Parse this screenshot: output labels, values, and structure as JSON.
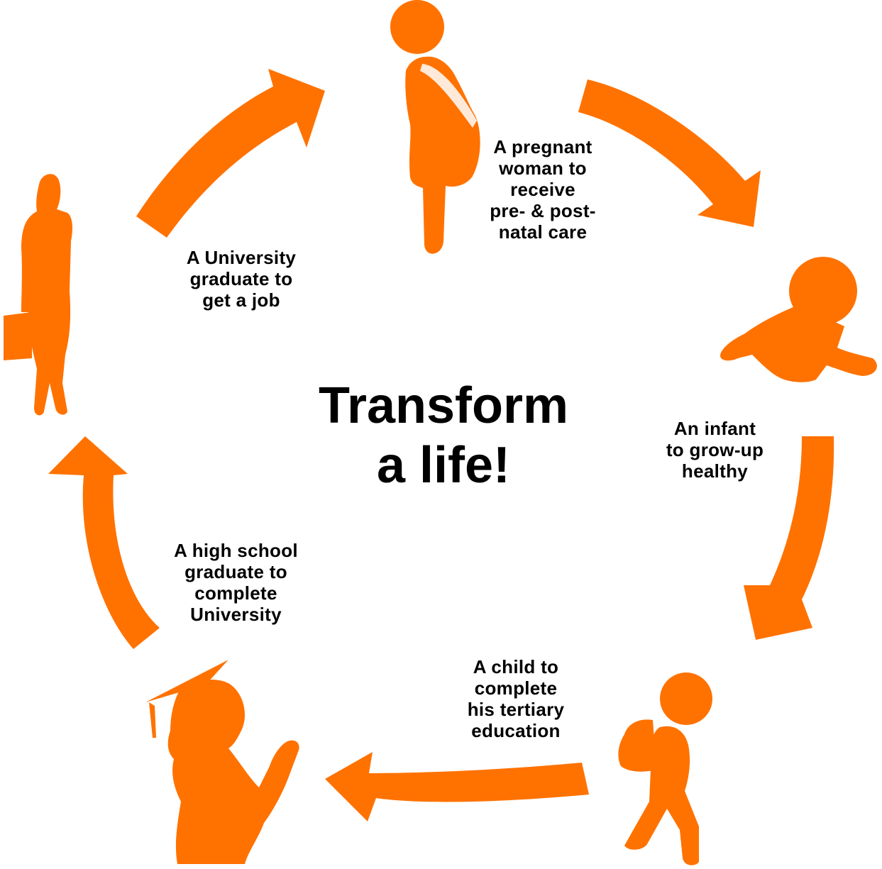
{
  "title": {
    "line1": "Transform",
    "line2": "a life!"
  },
  "stages": [
    {
      "lines": [
        "A pregnant",
        "woman to",
        "receive",
        "pre- & post-",
        "natal care"
      ],
      "icon": "pregnant-woman-icon"
    },
    {
      "lines": [
        "An infant",
        "to grow-up",
        "healthy"
      ],
      "icon": "crawling-baby-icon"
    },
    {
      "lines": [
        "A child to",
        "complete",
        "his tertiary",
        "education"
      ],
      "icon": "schoolchild-icon"
    },
    {
      "lines": [
        "A high school",
        "graduate to",
        "complete",
        "University"
      ],
      "icon": "graduate-icon"
    },
    {
      "lines": [
        "A University",
        "graduate to",
        "get a job"
      ],
      "icon": "businesswoman-icon"
    }
  ],
  "colors": {
    "accent": "#ff7200",
    "text": "#000000"
  }
}
